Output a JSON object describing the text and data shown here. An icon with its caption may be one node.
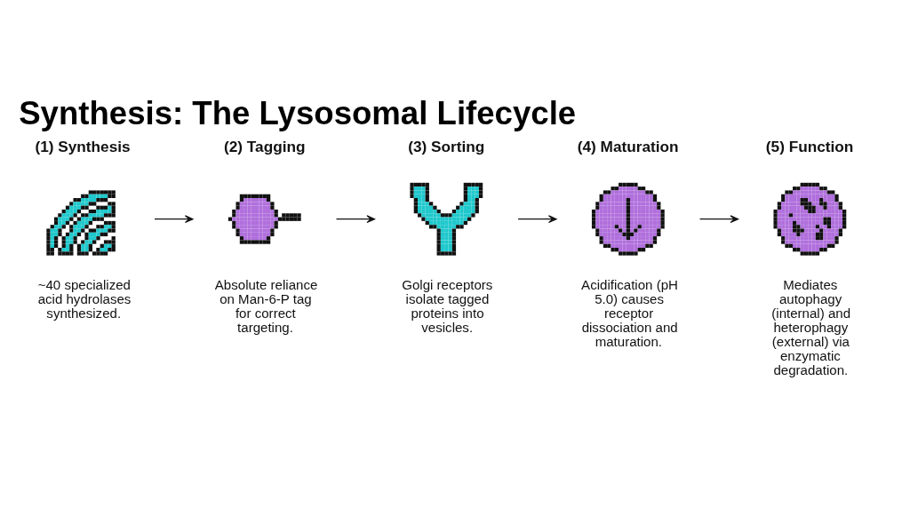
{
  "diagram": {
    "title": "Synthesis: The Lysosomal Lifecycle",
    "nodes": [
      {
        "text": [
          "(1) Synthesis"
        ],
        "beside": [
          "~40 specialized acid hydrolases synthesized."
        ]
      },
      {
        "text": [
          "(2) Tagging"
        ],
        "beside": [
          "Absolute reliance on Man-6-P tag for correct targeting."
        ]
      },
      {
        "text": [
          "(3) Sorting"
        ],
        "beside": [
          "Golgi receptors isolate tagged proteins into vesicles."
        ]
      },
      {
        "text": [
          "(4) Maturation"
        ],
        "beside": [
          "Acidification (pH 5.0) causes receptor dissociation and maturation."
        ]
      },
      {
        "text": [
          "(5) Function"
        ],
        "beside": [
          "Mediates autophagy (internal) and heterophagy (external) via enzymatic degradation."
        ]
      }
    ],
    "edges": [
      {
        "from": 0,
        "to": 1,
        "arrow": "to"
      },
      {
        "from": 1,
        "to": 2,
        "arrow": "to"
      },
      {
        "from": 2,
        "to": 3,
        "arrow": "to"
      },
      {
        "from": 3,
        "to": 4,
        "arrow": "to"
      }
    ]
  }
}
